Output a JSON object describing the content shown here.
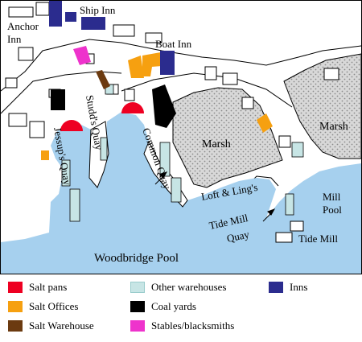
{
  "map": {
    "labels": {
      "ship_inn": "Ship Inn",
      "anchor_inn_1": "Anchor",
      "anchor_inn_2": "Inn",
      "boat_inn": "Boat Inn",
      "studds_quay": "Studd's Quay",
      "jessups_quay": "Jessup's Quay",
      "common_quay": "Common Quay",
      "marsh_center": "Marsh",
      "marsh_right": "Marsh",
      "loft_lings": "Loft & Ling's",
      "tide_mill_quay_1": "Tide Mill",
      "tide_mill_quay_2": "Quay",
      "mill_pool_1": "Mill",
      "mill_pool_2": "Pool",
      "tide_mill": "Tide Mill",
      "woodbridge_pool": "Woodbridge Pool"
    },
    "colors": {
      "water": "#a6d0ee",
      "salt_pans": "#ee0022",
      "salt_offices": "#f6a010",
      "salt_warehouse": "#6b3a10",
      "other_warehouses": "#c7e5e5",
      "coal_yards": "#000000",
      "stables": "#ee33cc",
      "inns": "#2b2c8e",
      "marsh_fill": "#dcdcdc"
    }
  },
  "legend": {
    "items": [
      {
        "label": "Salt pans",
        "color": "#ee0022"
      },
      {
        "label": "Salt Offices",
        "color": "#f6a010"
      },
      {
        "label": "Salt Warehouse",
        "color": "#6b3a10"
      },
      {
        "label": "Other warehouses",
        "color": "#c7e5e5"
      },
      {
        "label": "Coal yards",
        "color": "#000000"
      },
      {
        "label": "Stables/blacksmiths",
        "color": "#ee33cc"
      },
      {
        "label": "Inns",
        "color": "#2b2c8e"
      }
    ]
  }
}
